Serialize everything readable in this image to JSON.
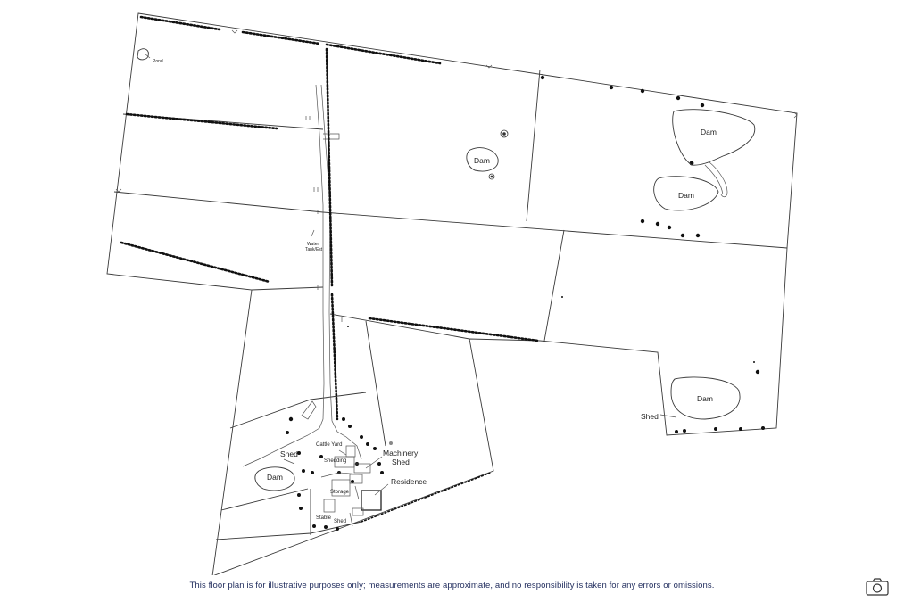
{
  "labels": {
    "pond": "Pond",
    "dam": "Dam",
    "shed": "Shed",
    "cattle_yard": "Cattle Yard",
    "shedding": "Shedding",
    "machinery_shed_line1": "Machinery",
    "machinery_shed_line2": "Shed",
    "residence": "Residence",
    "storage": "Storage",
    "stable": "Stable",
    "water_tank_line1": "Water",
    "water_tank_line2": "Tank/Est"
  },
  "disclaimer": "This floor plan is for illustrative purposes only; measurements are approximate, and no responsibility is taken for any errors or omissions.",
  "colors": {
    "line": "#3a3a3a",
    "tree": "#111111",
    "disclaimer": "#1f2b5c"
  },
  "icons": {
    "camera": "camera-icon"
  }
}
